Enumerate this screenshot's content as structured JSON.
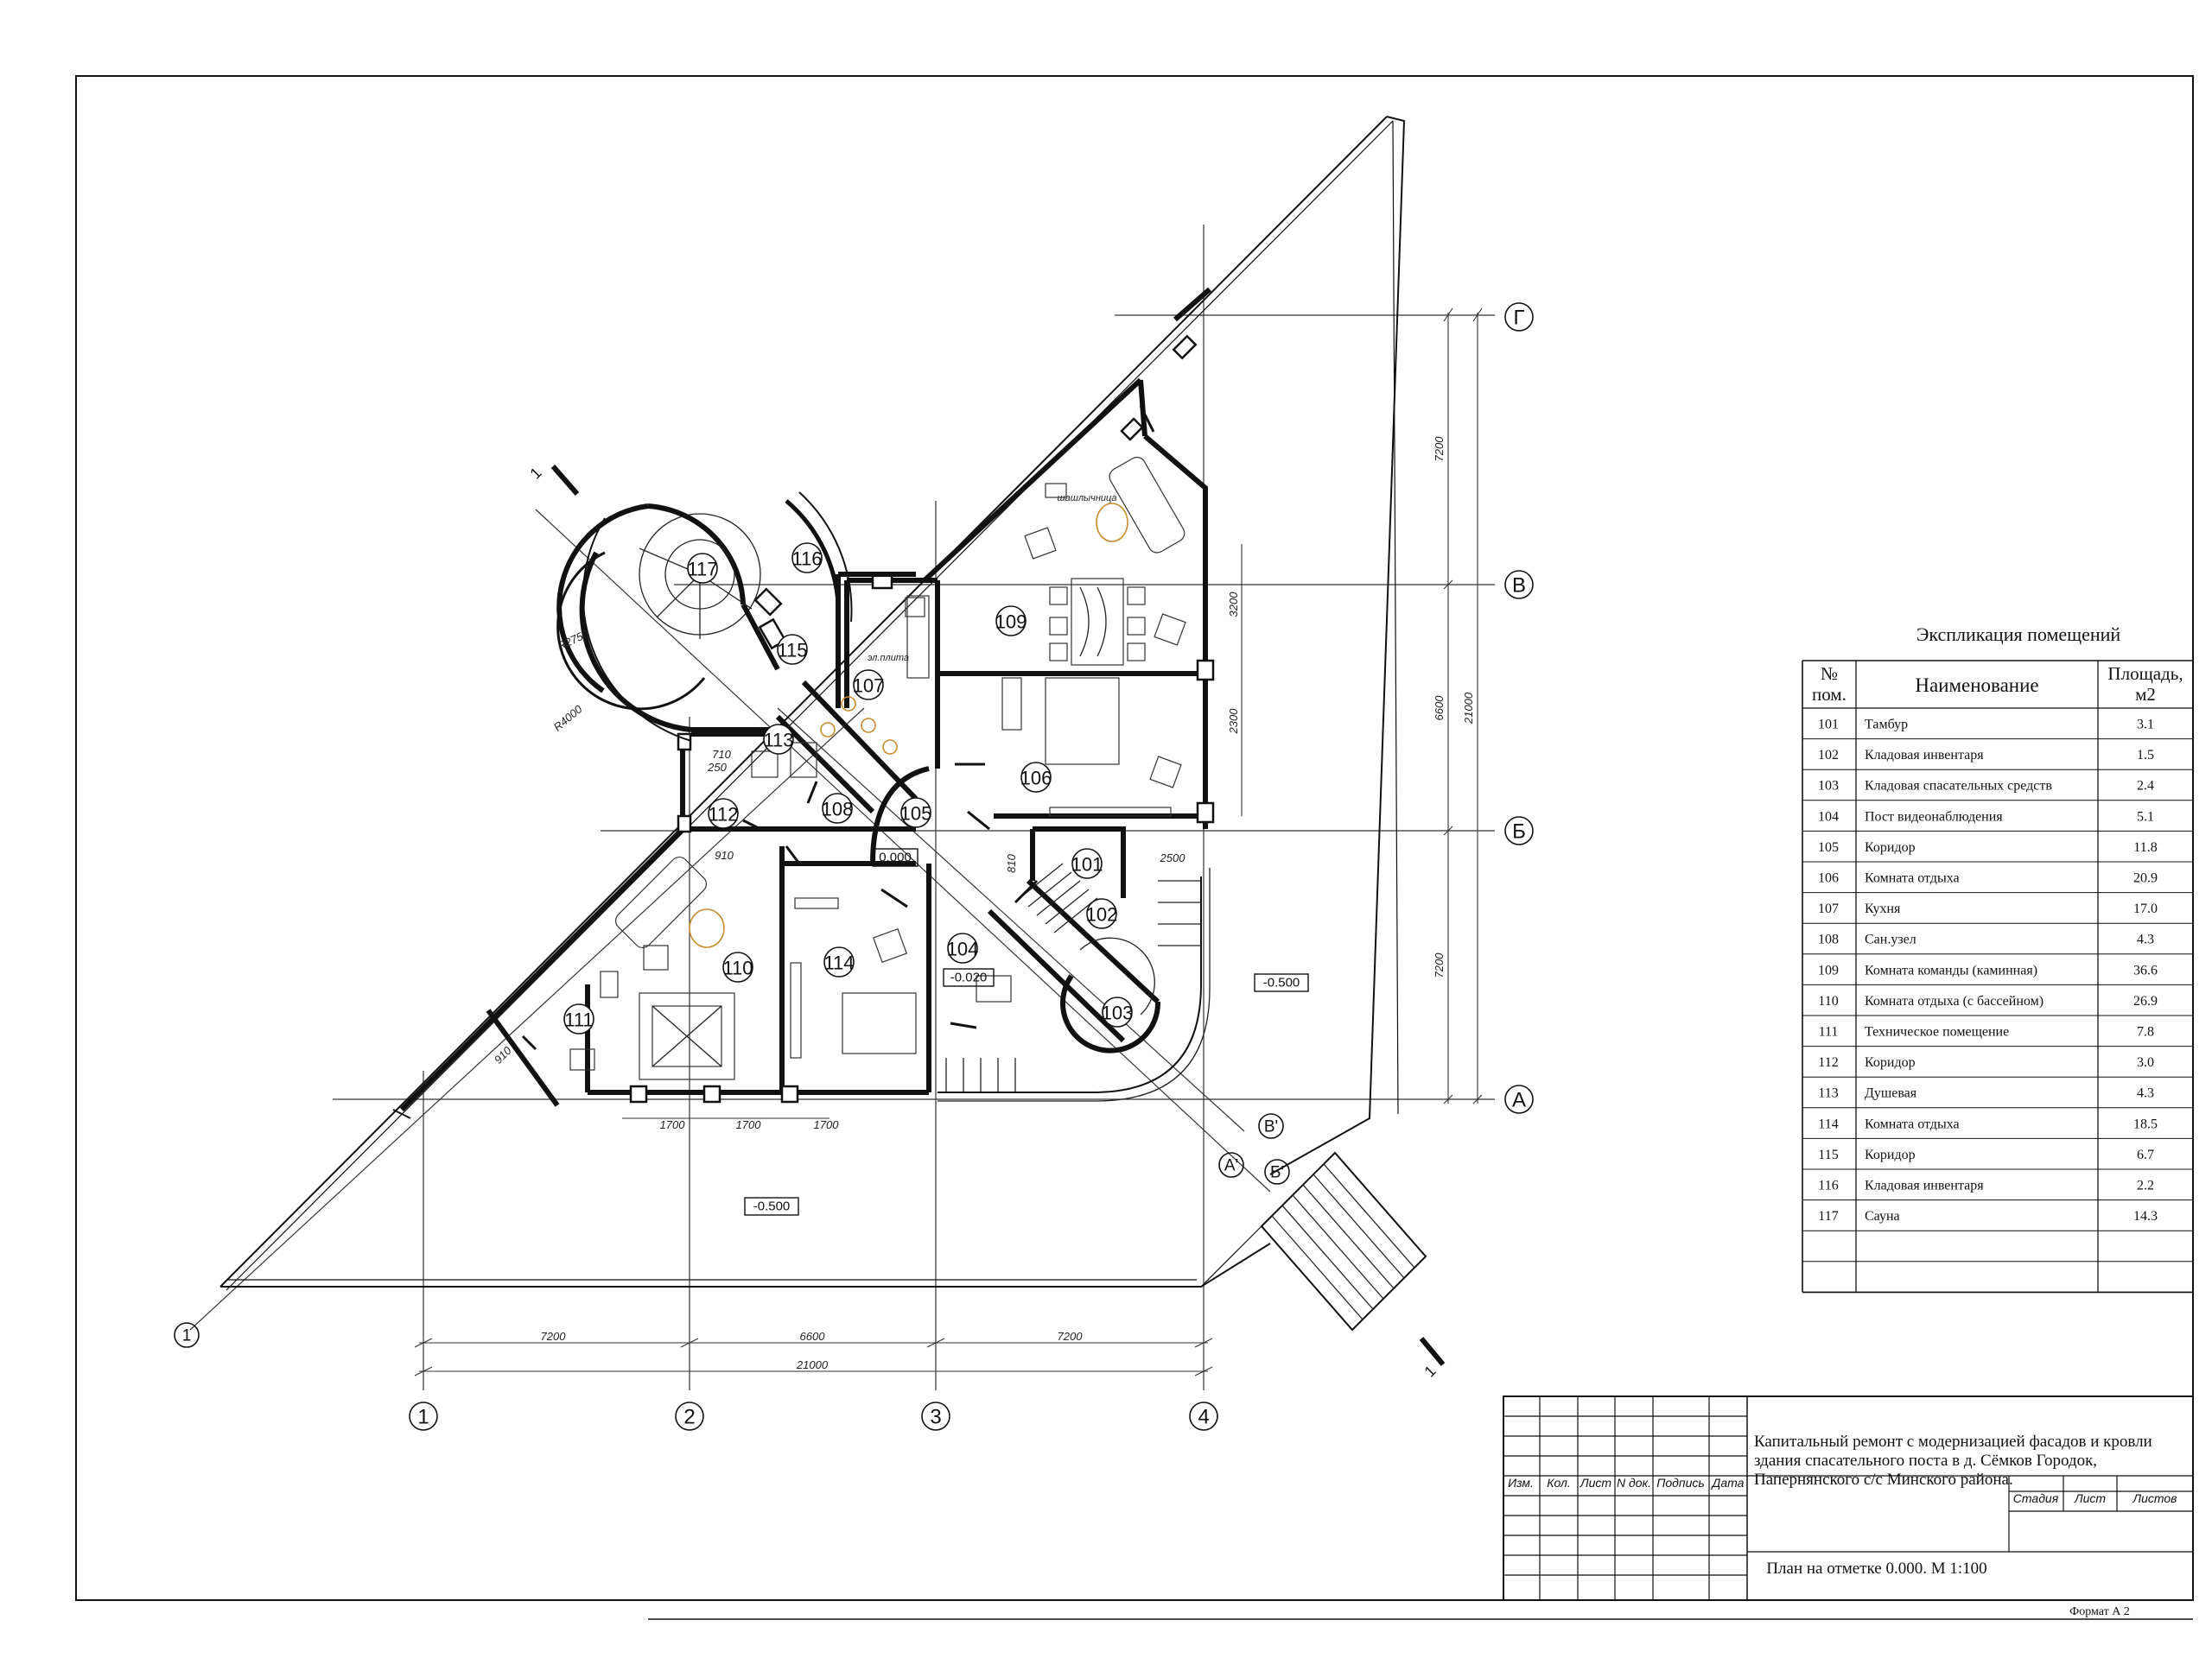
{
  "axes": {
    "numbers": [
      "1",
      "2",
      "3",
      "4"
    ],
    "letters": [
      "А",
      "Б",
      "В",
      "Г"
    ],
    "section_diag": [
      "А'",
      "Б'",
      "В'"
    ],
    "diag_one": "1",
    "cut": "1"
  },
  "rooms": [
    "101",
    "102",
    "103",
    "104",
    "105",
    "106",
    "107",
    "108",
    "109",
    "110",
    "111",
    "112",
    "113",
    "114",
    "115",
    "116",
    "117"
  ],
  "levels": {
    "main": "0.000",
    "pit": "-0.020",
    "ground_right": "-0.500",
    "ground_bottom": "-0.500"
  },
  "dimensions": {
    "bottom_spans": [
      "7200",
      "6600",
      "7200"
    ],
    "bottom_total": "21000",
    "right_spans": [
      "7200",
      "6600",
      "7200"
    ],
    "right_total": "21000",
    "inner_right": [
      "3200",
      "2300"
    ],
    "windows_bottom": [
      "1700",
      "1700",
      "1700"
    ],
    "small": [
      "710",
      "250",
      "910",
      "910",
      "810",
      "2500"
    ],
    "radii": [
      "R2750",
      "R4000"
    ]
  },
  "notes": {
    "fireplace": "шашлычница",
    "stove": "эл.плита"
  },
  "explication": {
    "title": "Экспликация помещений",
    "headers": {
      "num": "№ пом.",
      "num_l1": "№",
      "num_l2": "пом.",
      "name": "Наименование",
      "area_l1": "Площадь,",
      "area_l2": "м2"
    },
    "rows": [
      {
        "num": "101",
        "name": "Тамбур",
        "area": "3.1"
      },
      {
        "num": "102",
        "name": "Кладовая инвентаря",
        "area": "1.5"
      },
      {
        "num": "103",
        "name": "Кладовая спасательных средств",
        "area": "2.4"
      },
      {
        "num": "104",
        "name": "Пост видеонаблюдения",
        "area": "5.1"
      },
      {
        "num": "105",
        "name": "Коридор",
        "area": "11.8"
      },
      {
        "num": "106",
        "name": "Комната отдыха",
        "area": "20.9"
      },
      {
        "num": "107",
        "name": "Кухня",
        "area": "17.0"
      },
      {
        "num": "108",
        "name": "Сан.узел",
        "area": "4.3"
      },
      {
        "num": "109",
        "name": "Комната команды (каминная)",
        "area": "36.6"
      },
      {
        "num": "110",
        "name": "Комната отдыха (с бассейном)",
        "area": "26.9"
      },
      {
        "num": "111",
        "name": "Техническое помещение",
        "area": "7.8"
      },
      {
        "num": "112",
        "name": "Коридор",
        "area": "3.0"
      },
      {
        "num": "113",
        "name": "Душевая",
        "area": "4.3"
      },
      {
        "num": "114",
        "name": "Комната отдыха",
        "area": "18.5"
      },
      {
        "num": "115",
        "name": "Коридор",
        "area": "6.7"
      },
      {
        "num": "116",
        "name": "Кладовая инвентаря",
        "area": "2.2"
      },
      {
        "num": "117",
        "name": "Сауна",
        "area": "14.3"
      }
    ]
  },
  "stamp": {
    "cols": [
      "Изм.",
      "Кол.",
      "Лист",
      "N док.",
      "Подпись",
      "Дата"
    ],
    "project_l1": "Капитальный ремонт с модернизацией фасадов и кровли",
    "project_l2": "здания спасательного поста в д. Сёмков Городок,",
    "project_l3": "Папернянского с/с Минского района.",
    "stage": "Стадия",
    "sheet": "Лист",
    "sheets": "Листов",
    "drawing": "План на отметке 0.000. М 1:100"
  },
  "format": "Формат А 2"
}
